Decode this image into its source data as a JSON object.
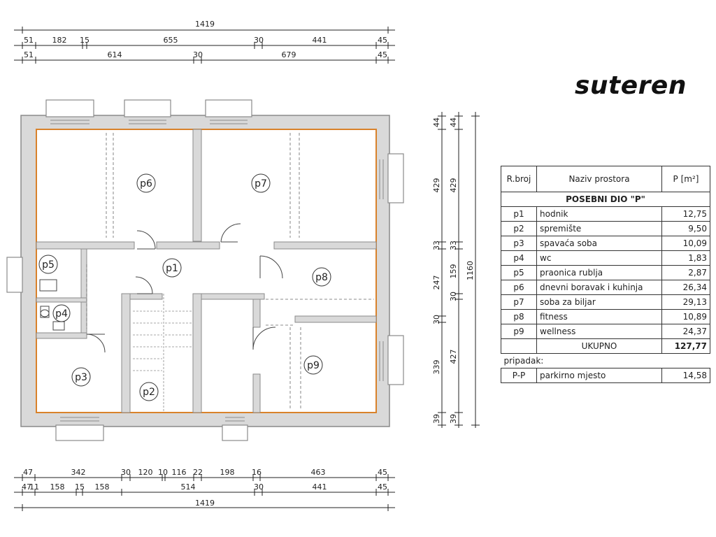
{
  "plan_title": "suteren",
  "top_dims": {
    "total": "1419",
    "row1": [
      "51",
      "182",
      "15",
      "655",
      "30",
      "441",
      "45"
    ],
    "row2": [
      "51",
      "614",
      "30",
      "679",
      "45"
    ]
  },
  "bottom_dims": {
    "row1": [
      "47",
      "342",
      "30",
      "120",
      "10",
      "116",
      "22",
      "198",
      "16",
      "463",
      "45"
    ],
    "row2": [
      "47",
      "11",
      "158",
      "15",
      "158",
      "514",
      "30",
      "441",
      "45"
    ],
    "total": "1419"
  },
  "right_dims": {
    "col1": [
      "44",
      "429",
      "33",
      "247",
      "30",
      "339",
      "39"
    ],
    "col2": [
      "44",
      "429",
      "33",
      "159",
      "30",
      "427",
      "39"
    ],
    "total": "1160"
  },
  "rooms": {
    "p1": "p1",
    "p2": "p2",
    "p3": "p3",
    "p4": "p4",
    "p5": "p5",
    "p6": "p6",
    "p7": "p7",
    "p8": "p8",
    "p9": "p9"
  },
  "table": {
    "headers": [
      "R.broj",
      "Naziv prostora",
      "P [m²]"
    ],
    "section": "POSEBNI DIO \"P\"",
    "rows": [
      [
        "p1",
        "hodnik",
        "12,75"
      ],
      [
        "p2",
        "spremište",
        "9,50"
      ],
      [
        "p3",
        "spavaća soba",
        "10,09"
      ],
      [
        "p4",
        "wc",
        "1,83"
      ],
      [
        "p5",
        "praonica rublja",
        "2,87"
      ],
      [
        "p6",
        "dnevni boravak i kuhinja",
        "26,34"
      ],
      [
        "p7",
        "soba za biljar",
        "29,13"
      ],
      [
        "p8",
        "fitness",
        "10,89"
      ],
      [
        "p9",
        "wellness",
        "24,37"
      ]
    ],
    "total_label": "UKUPNO",
    "total_value": "127,77",
    "annex_label": "pripadak:",
    "annex_row": [
      "P-P",
      "parkirno mjesto",
      "14,58"
    ]
  },
  "colors": {
    "wall": "#d9d9d9",
    "outline": "#8a8a8a",
    "interior": "#d9822b"
  }
}
